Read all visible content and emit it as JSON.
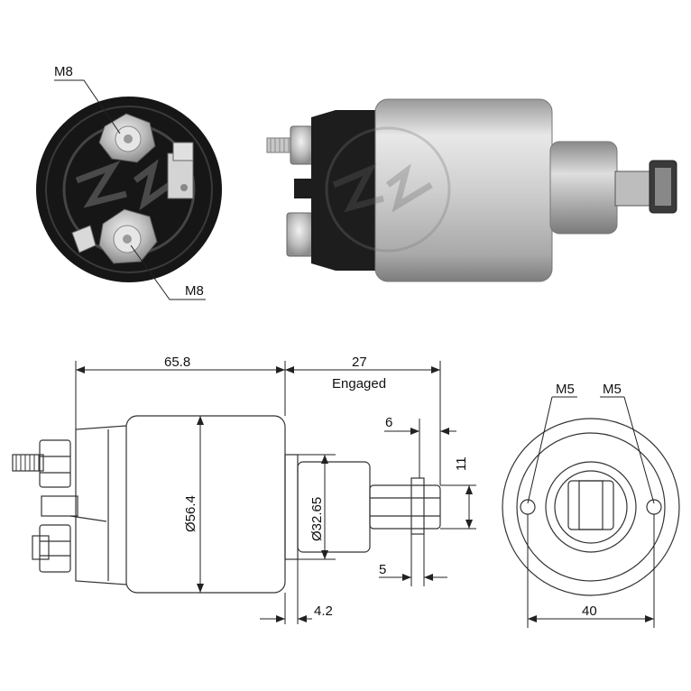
{
  "photo_end_view": {
    "thread_top": "M8",
    "thread_bottom": "M8"
  },
  "drawing": {
    "overall_length": "65.8",
    "engaged_stroke": "27",
    "engaged_label": "Engaged",
    "body_diameter": "Ø56.4",
    "plunger_diameter": "Ø32.65",
    "flange_offset": "4.2",
    "fork_slot_width": "6",
    "fork_height": "11",
    "fork_thickness": "5"
  },
  "end_view": {
    "mount_thread_left": "M5",
    "mount_thread_right": "M5",
    "hole_spacing": "40"
  },
  "colors": {
    "body_metal": "#c9c9c9",
    "cap_black": "#1b1b1b",
    "line": "#222222"
  }
}
